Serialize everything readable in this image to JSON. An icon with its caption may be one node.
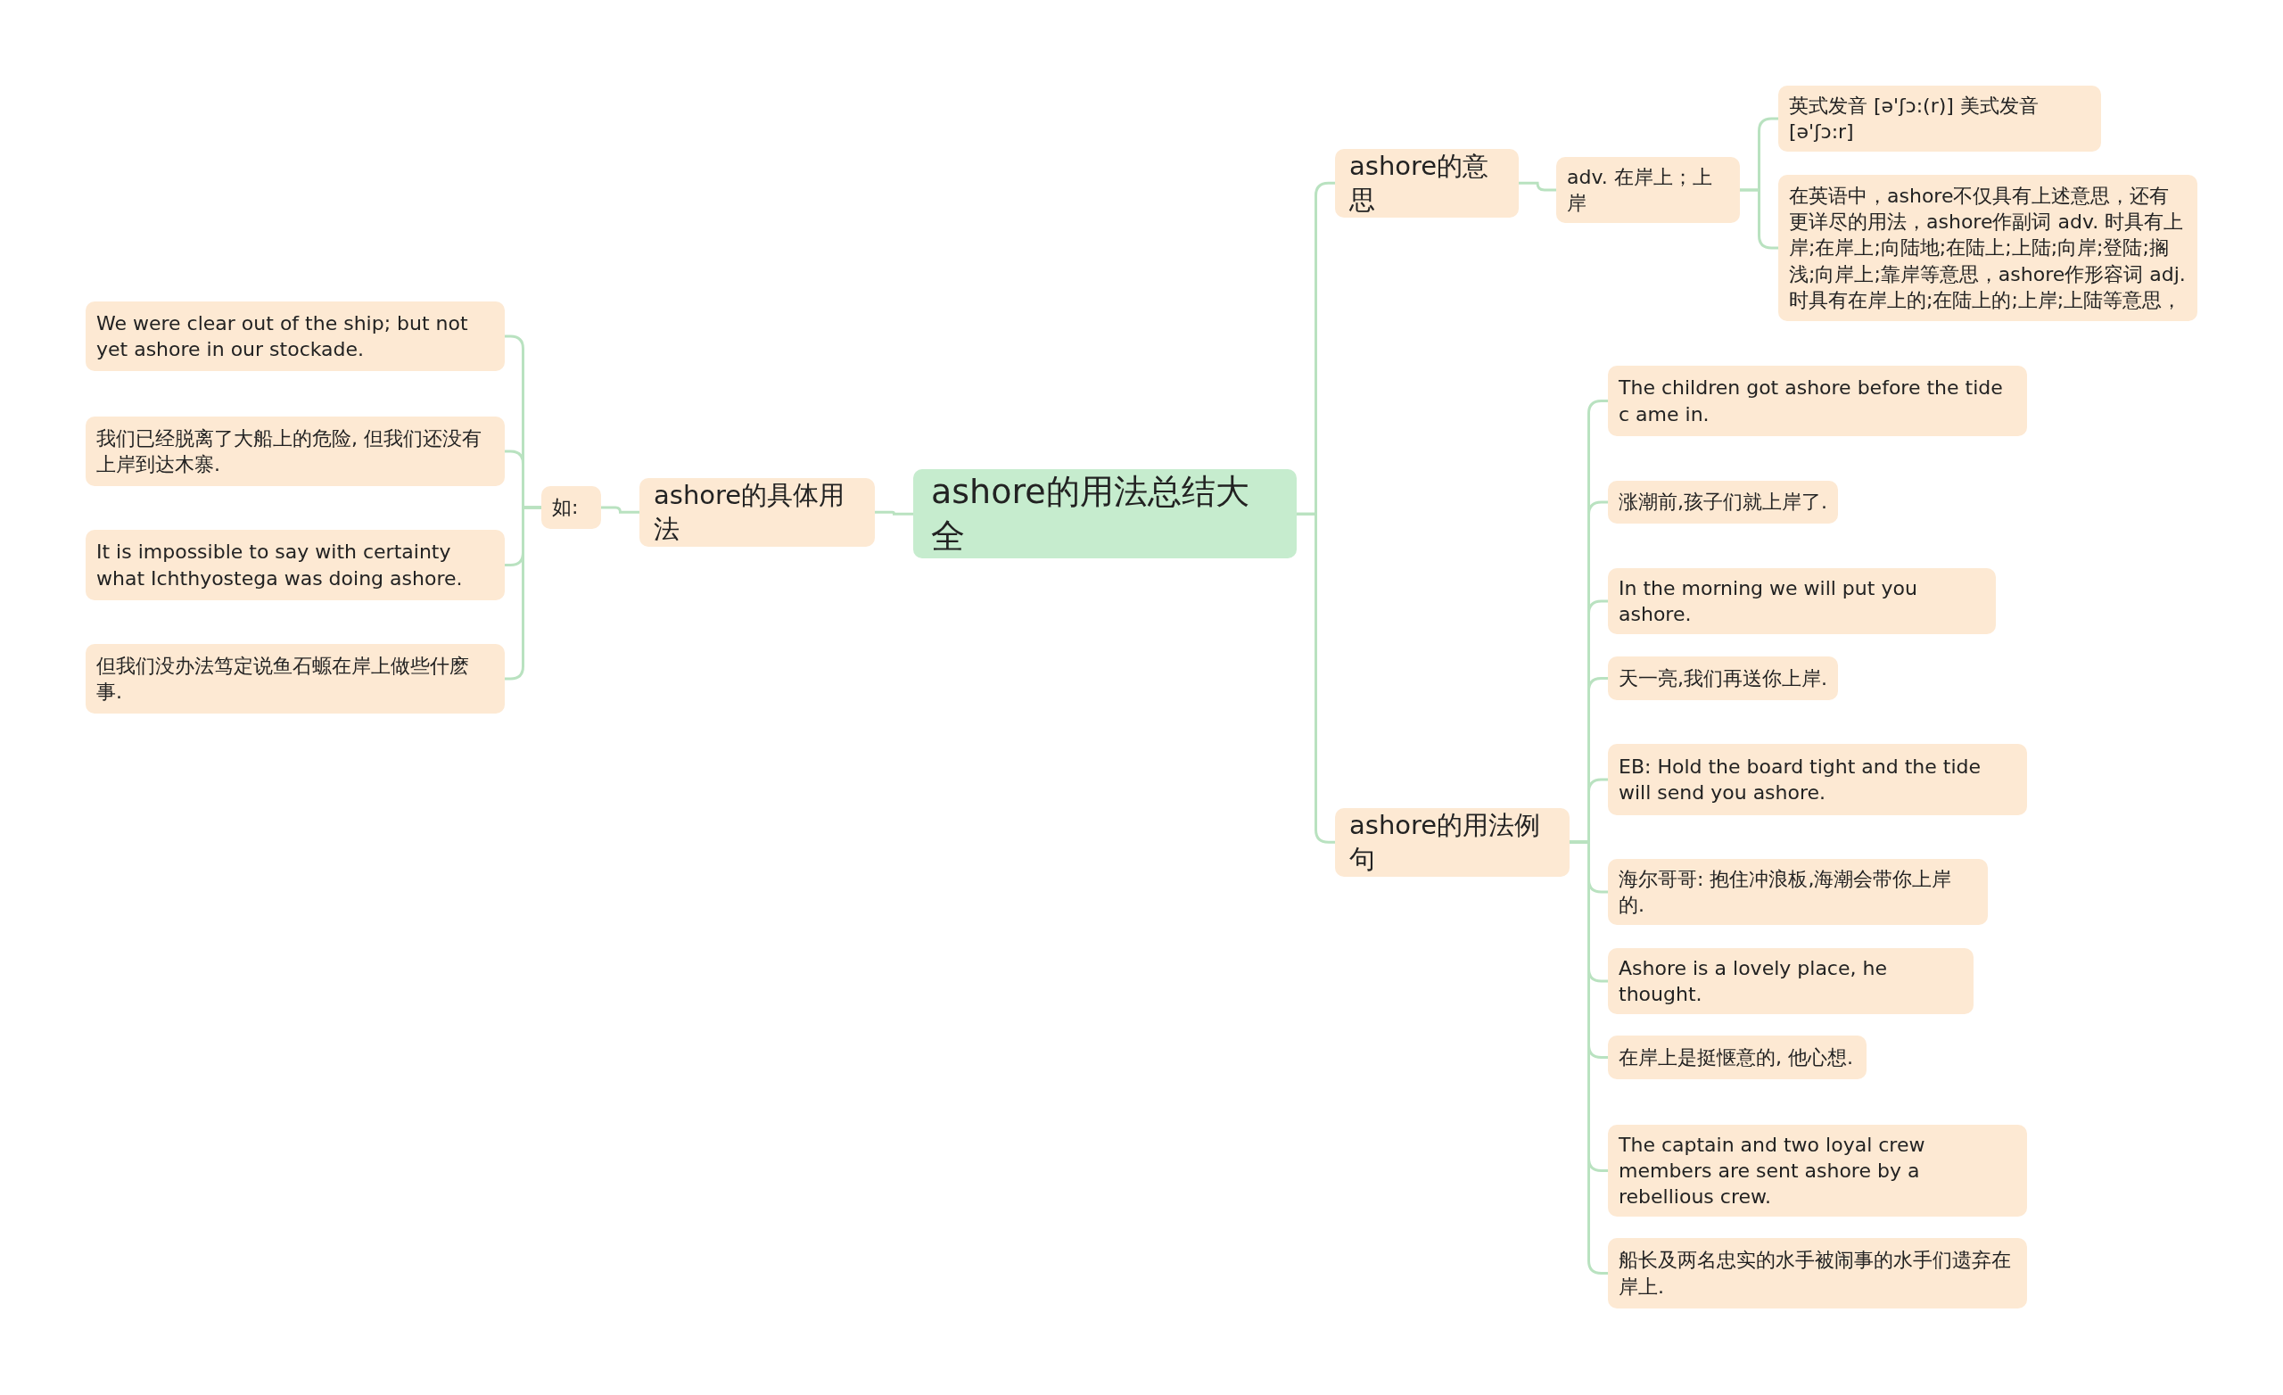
{
  "diagram": {
    "nodes": [
      {
        "text": [
          "ashore的用法总结大全"
        ]
      },
      {
        "text": [
          "ashore的意思"
        ]
      },
      {
        "text": [
          "adv. 在岸上；上岸"
        ]
      },
      {
        "text": [
          "英式发音 [ə'ʃɔ:(r)] 美式发音 [ə'ʃɔ:r]"
        ]
      },
      {
        "text": [
          "在英语中，ashore不仅具有上述意思，还有更详尽的用法，ashore作副词 adv. 时具有上岸;在岸上;向陆地;在陆上;上陆;向岸;登陆;搁浅;向岸上;靠岸等意思，ashore作形容词 adj. 时具有在岸上的;在陆上的;上岸;上陆等意思，"
        ]
      },
      {
        "text": [
          "ashore的用法例句"
        ]
      },
      {
        "text": [
          "The children got ashore before the tide c ame in."
        ]
      },
      {
        "text": [
          "涨潮前,孩子们就上岸了."
        ]
      },
      {
        "text": [
          "In the morning we will put you ashore."
        ]
      },
      {
        "text": [
          "天一亮,我们再送你上岸."
        ]
      },
      {
        "text": [
          "EB: Hold the board tight and the tide will send you ashore."
        ]
      },
      {
        "text": [
          "海尔哥哥: 抱住冲浪板,海潮会带你上岸的."
        ]
      },
      {
        "text": [
          "Ashore is a lovely place, he thought."
        ]
      },
      {
        "text": [
          "在岸上是挺惬意的, 他心想."
        ]
      },
      {
        "text": [
          "The captain and two loyal crew members are sent ashore by a rebellious crew."
        ]
      },
      {
        "text": [
          "船长及两名忠实的水手被闹事的水手们遗弃在岸上."
        ]
      },
      {
        "text": [
          "ashore的具体用法"
        ]
      },
      {
        "text": [
          "如:"
        ]
      },
      {
        "text": [
          "We were clear out of the ship; but not yet ashore in our stockade."
        ]
      },
      {
        "text": [
          "我们已经脱离了大船上的危险, 但我们还没有上岸到达木寨."
        ]
      },
      {
        "text": [
          "It is impossible to say with certainty what Ichthyostega was doing ashore."
        ]
      },
      {
        "text": [
          "但我们没办法笃定说鱼石螈在岸上做些什麽事."
        ]
      }
    ],
    "edges": [
      {
        "from": 0,
        "to": 1,
        "arrow": "none"
      },
      {
        "from": 1,
        "to": 2,
        "arrow": "none"
      },
      {
        "from": 2,
        "to": 3,
        "arrow": "none"
      },
      {
        "from": 2,
        "to": 4,
        "arrow": "none"
      },
      {
        "from": 0,
        "to": 5,
        "arrow": "none"
      },
      {
        "from": 5,
        "to": 6,
        "arrow": "none"
      },
      {
        "from": 5,
        "to": 7,
        "arrow": "none"
      },
      {
        "from": 5,
        "to": 8,
        "arrow": "none"
      },
      {
        "from": 5,
        "to": 9,
        "arrow": "none"
      },
      {
        "from": 5,
        "to": 10,
        "arrow": "none"
      },
      {
        "from": 5,
        "to": 11,
        "arrow": "none"
      },
      {
        "from": 5,
        "to": 12,
        "arrow": "none"
      },
      {
        "from": 5,
        "to": 13,
        "arrow": "none"
      },
      {
        "from": 5,
        "to": 14,
        "arrow": "none"
      },
      {
        "from": 5,
        "to": 15,
        "arrow": "none"
      },
      {
        "from": 0,
        "to": 16,
        "arrow": "none"
      },
      {
        "from": 16,
        "to": 17,
        "arrow": "none"
      },
      {
        "from": 17,
        "to": 18,
        "arrow": "none"
      },
      {
        "from": 17,
        "to": 19,
        "arrow": "none"
      },
      {
        "from": 17,
        "to": 20,
        "arrow": "none"
      },
      {
        "from": 17,
        "to": 21,
        "arrow": "none"
      }
    ]
  }
}
